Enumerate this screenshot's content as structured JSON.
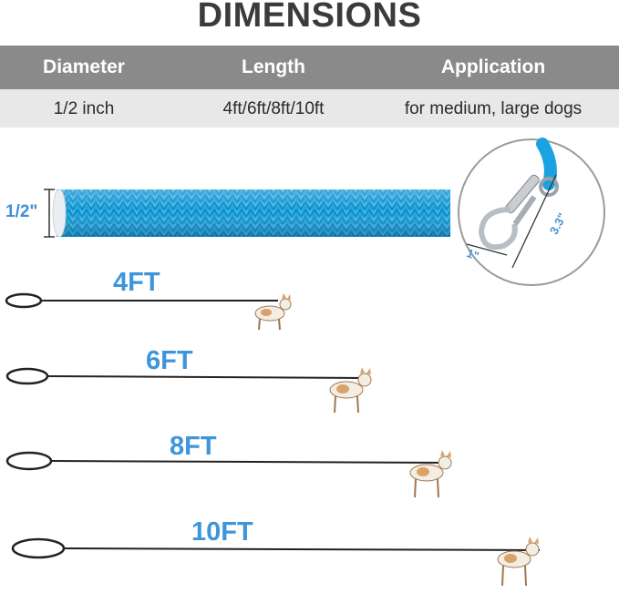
{
  "title": "DIMENSIONS",
  "spec_table": {
    "headers": [
      "Diameter",
      "Length",
      "Application"
    ],
    "values": [
      "1/2 inch",
      "4ft/6ft/8ft/10ft",
      "for medium, large dogs"
    ]
  },
  "rope": {
    "diameter_label": "1/2\"",
    "color": "#1aa3e0"
  },
  "clip": {
    "width_label": "1\"",
    "length_label": "3.3\""
  },
  "leashes": [
    {
      "length_label": "4FT"
    },
    {
      "length_label": "6FT"
    },
    {
      "length_label": "8FT"
    },
    {
      "length_label": "10FT"
    }
  ],
  "colors": {
    "accent_blue": "#3f95da",
    "header_gray": "#8a8a8a",
    "row_gray": "#e8e8e8"
  }
}
